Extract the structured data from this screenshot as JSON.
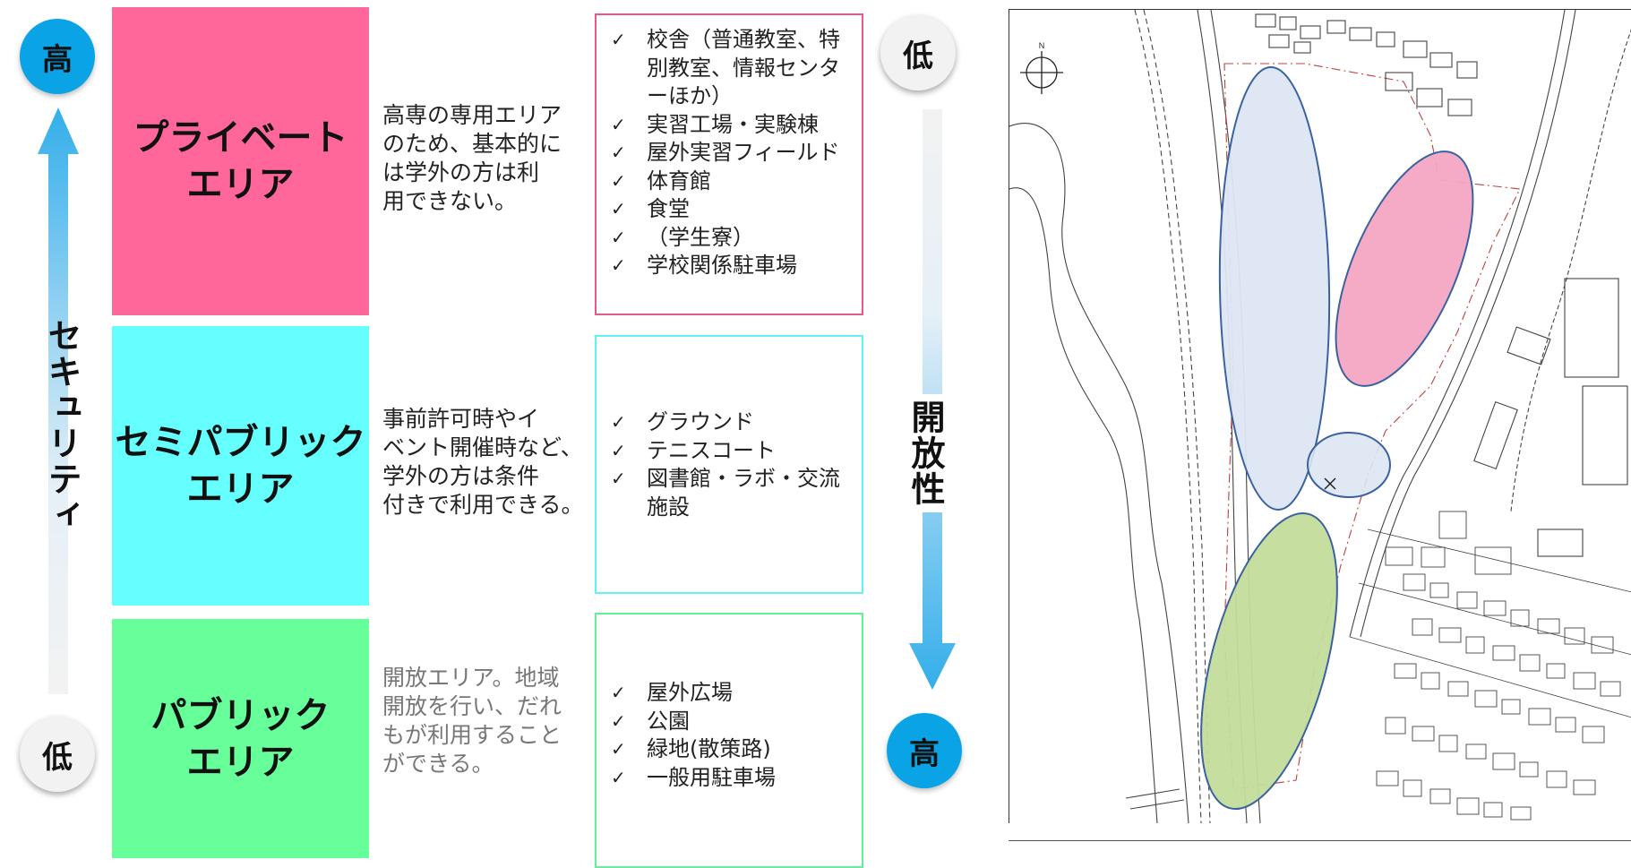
{
  "left_scale": {
    "top_label": "高",
    "bottom_label": "低",
    "axis_label": "セキュリティ"
  },
  "right_scale": {
    "top_label": "低",
    "bottom_label": "高",
    "axis_label": "開放性"
  },
  "zones": [
    {
      "name_line1": "プライベート",
      "name_line2": "エリア",
      "description": [
        "高専の専用エリア",
        "のため、基本的に",
        "は学外の方は利",
        "用できない。"
      ],
      "facilities": [
        "校舎（普通教室、特別教室、情報センターほか）",
        "実習工場・実験棟",
        "屋外実習フィールド",
        "体育館",
        "食堂",
        "（学生寮）",
        "学校関係駐車場"
      ],
      "color": "#ff6699",
      "border_color": "#e8588a"
    },
    {
      "name_line1": "セミパブリック",
      "name_line2": "エリア",
      "description": [
        "事前許可時やイ",
        "ベント開催時など、",
        "学外の方は条件",
        "付きで利用できる。"
      ],
      "facilities": [
        "グラウンド",
        "テニスコート",
        "図書館・ラボ・交流施設"
      ],
      "color": "#66ffff",
      "border_color": "#66f2f2"
    },
    {
      "name_line1": "パブリック",
      "name_line2": "エリア",
      "description": [
        "開放エリア。地域",
        "開放を行い、だれ",
        "もが利用すること",
        "ができる。"
      ],
      "facilities": [
        "屋外広場",
        "公園",
        "緑地(散策路)",
        "一般用駐車場"
      ],
      "color": "#66ff99",
      "border_color": "#66ee99"
    }
  ],
  "check_mark": "✓",
  "map": {
    "north_label": "N",
    "ellipse_colors": {
      "semi_public": "#dce6f2",
      "private": "#f4a6c2",
      "public": "#c3dc9b",
      "outline": "#3b62a0"
    }
  }
}
